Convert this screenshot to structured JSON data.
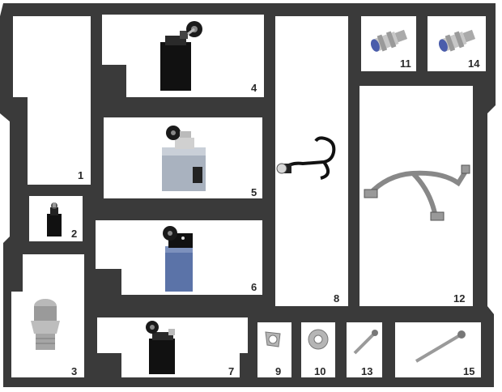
{
  "colors": {
    "frame": "#3a3a3a",
    "cell": "#ffffff",
    "label": "#2a2a2a"
  },
  "parts": [
    {
      "number": "1",
      "icon": "blank-panel"
    },
    {
      "number": "2",
      "icon": "small-limit-switch-icon"
    },
    {
      "number": "3",
      "icon": "cable-gland-icon"
    },
    {
      "number": "4",
      "icon": "black-roller-lever-switch-icon"
    },
    {
      "number": "5",
      "icon": "metal-roller-plunger-switch-icon"
    },
    {
      "number": "6",
      "icon": "blue-roller-lever-switch-icon"
    },
    {
      "number": "7",
      "icon": "black-roller-lever-switch-icon"
    },
    {
      "number": "8",
      "icon": "cable-connector-icon"
    },
    {
      "number": "9",
      "icon": "bent-washer-icon"
    },
    {
      "number": "10",
      "icon": "flat-washer-icon"
    },
    {
      "number": "11",
      "icon": "inductive-sensor-icon"
    },
    {
      "number": "12",
      "icon": "fork-bracket-icon"
    },
    {
      "number": "13",
      "icon": "short-bolt-icon"
    },
    {
      "number": "14",
      "icon": "inductive-sensor-icon"
    },
    {
      "number": "15",
      "icon": "long-bolt-icon"
    }
  ]
}
